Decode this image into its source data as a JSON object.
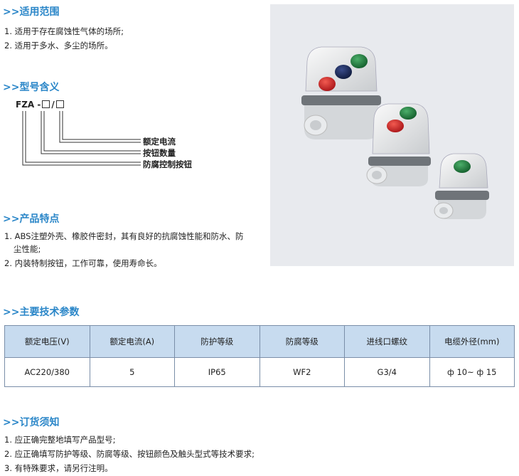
{
  "sections": {
    "scope": {
      "title": ">>适用范围",
      "items": [
        "1. 适用于存在腐蚀性气体的场所;",
        "2. 适用于多水、多尘的场所。"
      ]
    },
    "model": {
      "title": ">>型号含义",
      "code_prefix": "FZA -",
      "code_sep": "/",
      "labels": [
        "额定电流",
        "按钮数量",
        "防腐控制按钮"
      ]
    },
    "features": {
      "title": ">>产品特点",
      "items": [
        "1. ABS注塑外壳、橡胶件密封，其有良好的抗腐蚀性能和防水、防",
        "尘性能;",
        "2. 内装特制按钮，工作可靠，使用寿命长。"
      ]
    },
    "specs": {
      "title": ">>主要技术参数",
      "headers": [
        "额定电压(V)",
        "额定电流(A)",
        "防护等级",
        "防腐等级",
        "进线口螺纹",
        "电缆外径(mm)"
      ],
      "row": [
        "AC220/380",
        "5",
        "IP65",
        "WF2",
        "G3/4",
        "ф 10~ ф 15"
      ]
    },
    "ordering": {
      "title": ">>订货须知",
      "items": [
        "1. 应正确完整地填写产品型号;",
        "2. 应正确填写防护等级、防腐等级、按钮颜色及触头型式等技术要求;",
        "3. 有特殊要求，请另行注明。"
      ]
    }
  },
  "colors": {
    "heading": "#2a86c8",
    "table_header_bg": "#c7dbef",
    "button_green": "#1f7a3a",
    "button_red": "#d0262a",
    "button_blue": "#1d2c5e"
  }
}
